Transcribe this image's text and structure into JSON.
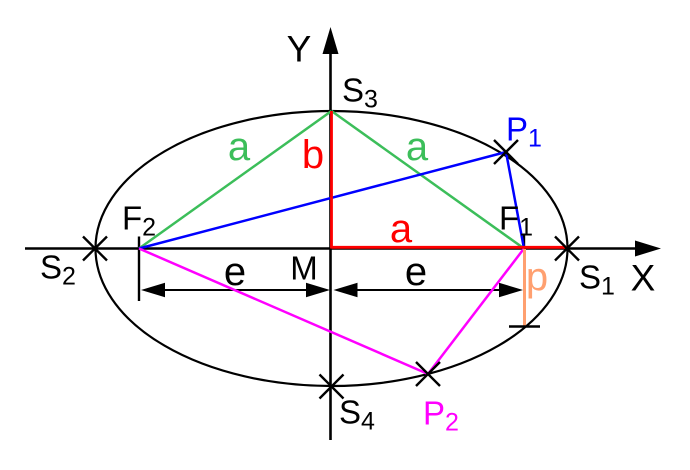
{
  "diagram": {
    "type": "ellipse-construction",
    "axis_labels": {
      "x": "X",
      "y": "Y"
    },
    "points": {
      "S1": {
        "base": "S",
        "sub": "1",
        "color": "#000000"
      },
      "S2": {
        "base": "S",
        "sub": "2",
        "color": "#000000"
      },
      "S3": {
        "base": "S",
        "sub": "3",
        "color": "#000000"
      },
      "S4": {
        "base": "S",
        "sub": "4",
        "color": "#000000"
      },
      "F1": {
        "base": "F",
        "sub": "1",
        "color": "#000000"
      },
      "F2": {
        "base": "F",
        "sub": "2",
        "color": "#000000"
      },
      "P1": {
        "base": "P",
        "sub": "1",
        "color": "#0000ff"
      },
      "P2": {
        "base": "P",
        "sub": "2",
        "color": "#ff00ff"
      },
      "M": {
        "base": "M",
        "sub": "",
        "color": "#000000"
      }
    },
    "measure_labels": {
      "a_left": {
        "text": "a",
        "color": "#3cbe5a"
      },
      "a_right": {
        "text": "a",
        "color": "#3cbe5a"
      },
      "b": {
        "text": "b",
        "color": "#ff0000"
      },
      "a_major": {
        "text": "a",
        "color": "#ff0000"
      },
      "e_left": {
        "text": "e",
        "color": "#000000"
      },
      "e_right": {
        "text": "e",
        "color": "#000000"
      },
      "p": {
        "text": "p",
        "color": "#ffa070"
      }
    },
    "colors": {
      "axis": "#000000",
      "ellipse": "#000000",
      "focal_a": "#3cbe5a",
      "semi_axes": "#ff0000",
      "rays_p1": "#0000ff",
      "rays_p2": "#ff00ff",
      "latus": "#ffa070"
    }
  }
}
